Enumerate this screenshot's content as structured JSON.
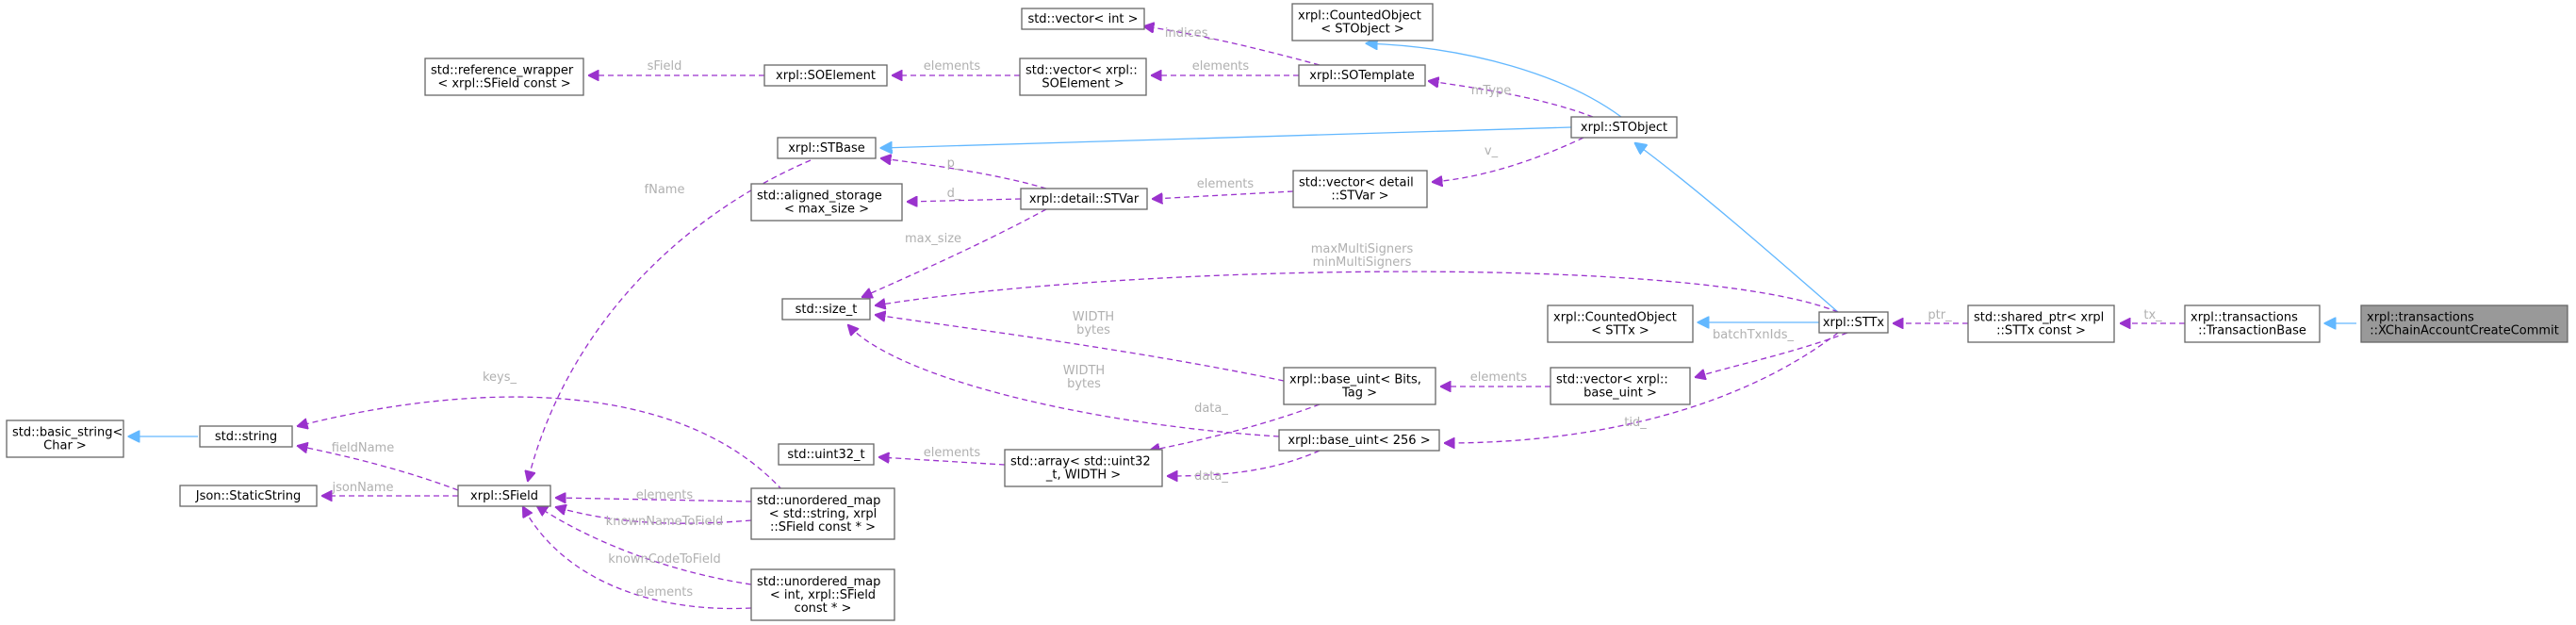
{
  "colors": {
    "inheritance_edge": "#63b8ff",
    "usage_edge": "#9a32cd",
    "edge_label": "#b0b0b0",
    "node_border": "#666666",
    "focus_node_fill": "#999999"
  },
  "nodes": {
    "vector_int": [
      "std::vector< int >"
    ],
    "counted_stobject": [
      "xrpl::CountedObject",
      "< STObject >"
    ],
    "reference_wrapper": [
      "std::reference_wrapper",
      "< xrpl::SField const >"
    ],
    "soelement": [
      "xrpl::SOElement"
    ],
    "vector_soelement": [
      "std::vector< xrpl::",
      "SOElement >"
    ],
    "sotemplate": [
      "xrpl::SOTemplate"
    ],
    "stobject": [
      "xrpl::STObject"
    ],
    "stbase": [
      "xrpl::STBase"
    ],
    "aligned_storage": [
      "std::aligned_storage",
      "< max_size >"
    ],
    "stvar": [
      "xrpl::detail::STVar"
    ],
    "vector_stvar": [
      "std::vector< detail",
      "::STVar >"
    ],
    "size_t": [
      "std::size_t"
    ],
    "counted_sttx": [
      "xrpl::CountedObject",
      "< STTx >"
    ],
    "sttx": [
      "xrpl::STTx"
    ],
    "shared_ptr": [
      "std::shared_ptr< xrpl",
      "::STTx const >"
    ],
    "transaction_base": [
      "xrpl::transactions",
      "::TransactionBase"
    ],
    "xchain": [
      "xrpl::transactions",
      "::XChainAccountCreateCommit"
    ],
    "basic_string": [
      "std::basic_string<",
      "Char >"
    ],
    "string": [
      "std::string"
    ],
    "base_uint_bits": [
      "xrpl::base_uint< Bits,",
      "Tag >"
    ],
    "vector_base_uint": [
      "std::vector< xrpl::",
      "base_uint >"
    ],
    "uint32": [
      "std::uint32_t"
    ],
    "array": [
      "std::array< std::uint32",
      "_t, WIDTH >"
    ],
    "base_uint_256": [
      "xrpl::base_uint< 256 >"
    ],
    "static_string": [
      "Json::StaticString"
    ],
    "sfield": [
      "xrpl::SField"
    ],
    "umap_string": [
      "std::unordered_map",
      "< std::string, xrpl",
      "::SField const * >"
    ],
    "umap_int": [
      "std::unordered_map",
      "< int, xrpl::SField",
      "const * >"
    ]
  },
  "edge_labels": {
    "indices": [
      "indices_"
    ],
    "sfield": [
      "sField"
    ],
    "elements_soelement": [
      "elements"
    ],
    "elements_sotemplate": [
      "elements"
    ],
    "mtype": [
      "mType"
    ],
    "v": [
      "v_"
    ],
    "p": [
      "p_"
    ],
    "d": [
      "d_"
    ],
    "elements_stvar": [
      "elements"
    ],
    "max_size": [
      "max_size"
    ],
    "fname": [
      "fName"
    ],
    "multisigners": [
      "maxMultiSigners",
      "minMultiSigners"
    ],
    "width_bytes_1": [
      "WIDTH",
      "bytes"
    ],
    "width_bytes_2": [
      "WIDTH",
      "bytes"
    ],
    "tx": [
      "tx_"
    ],
    "ptr": [
      "ptr_"
    ],
    "batchtxnids": [
      "batchTxnIds_"
    ],
    "elements_base_uint": [
      "elements"
    ],
    "data_1": [
      "data_"
    ],
    "data_2": [
      "data_"
    ],
    "tid": [
      "tid_"
    ],
    "keys": [
      "keys_"
    ],
    "fieldname": [
      "fieldName"
    ],
    "jsonname": [
      "jsonName"
    ],
    "elements_uint32": [
      "elements"
    ],
    "elements_umap_string": [
      "elements"
    ],
    "knownnametofield": [
      "knownNameToField"
    ],
    "knowncodetofield": [
      "knownCodeToField"
    ],
    "elements_umap_int": [
      "elements"
    ]
  }
}
